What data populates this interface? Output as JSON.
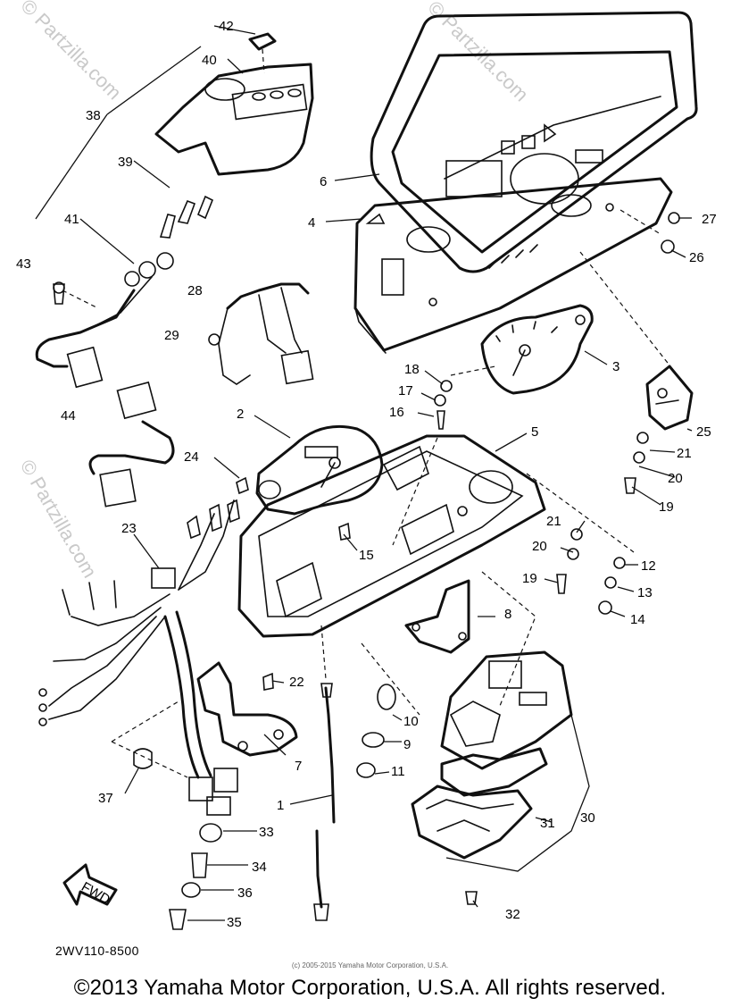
{
  "diagram": {
    "callouts": [
      "1",
      "2",
      "3",
      "4",
      "5",
      "6",
      "7",
      "8",
      "9",
      "10",
      "11",
      "12",
      "13",
      "14",
      "15",
      "16",
      "17",
      "18",
      "19",
      "20",
      "21",
      "22",
      "23",
      "24",
      "25",
      "26",
      "27",
      "28",
      "29",
      "30",
      "31",
      "32",
      "33",
      "34",
      "35",
      "36",
      "37",
      "38",
      "39",
      "40",
      "41",
      "42",
      "43",
      "44",
      "20",
      "21",
      "19"
    ],
    "fwd_label": "FWD",
    "part_code": "2WV110-8500",
    "watermark": "© Partzilla.com"
  },
  "footer": {
    "small_copyright": "(c) 2005-2015 Yamaha Motor Corporation, U.S.A.",
    "copyright": "©2013 Yamaha Motor Corporation, U.S.A. All rights reserved."
  }
}
